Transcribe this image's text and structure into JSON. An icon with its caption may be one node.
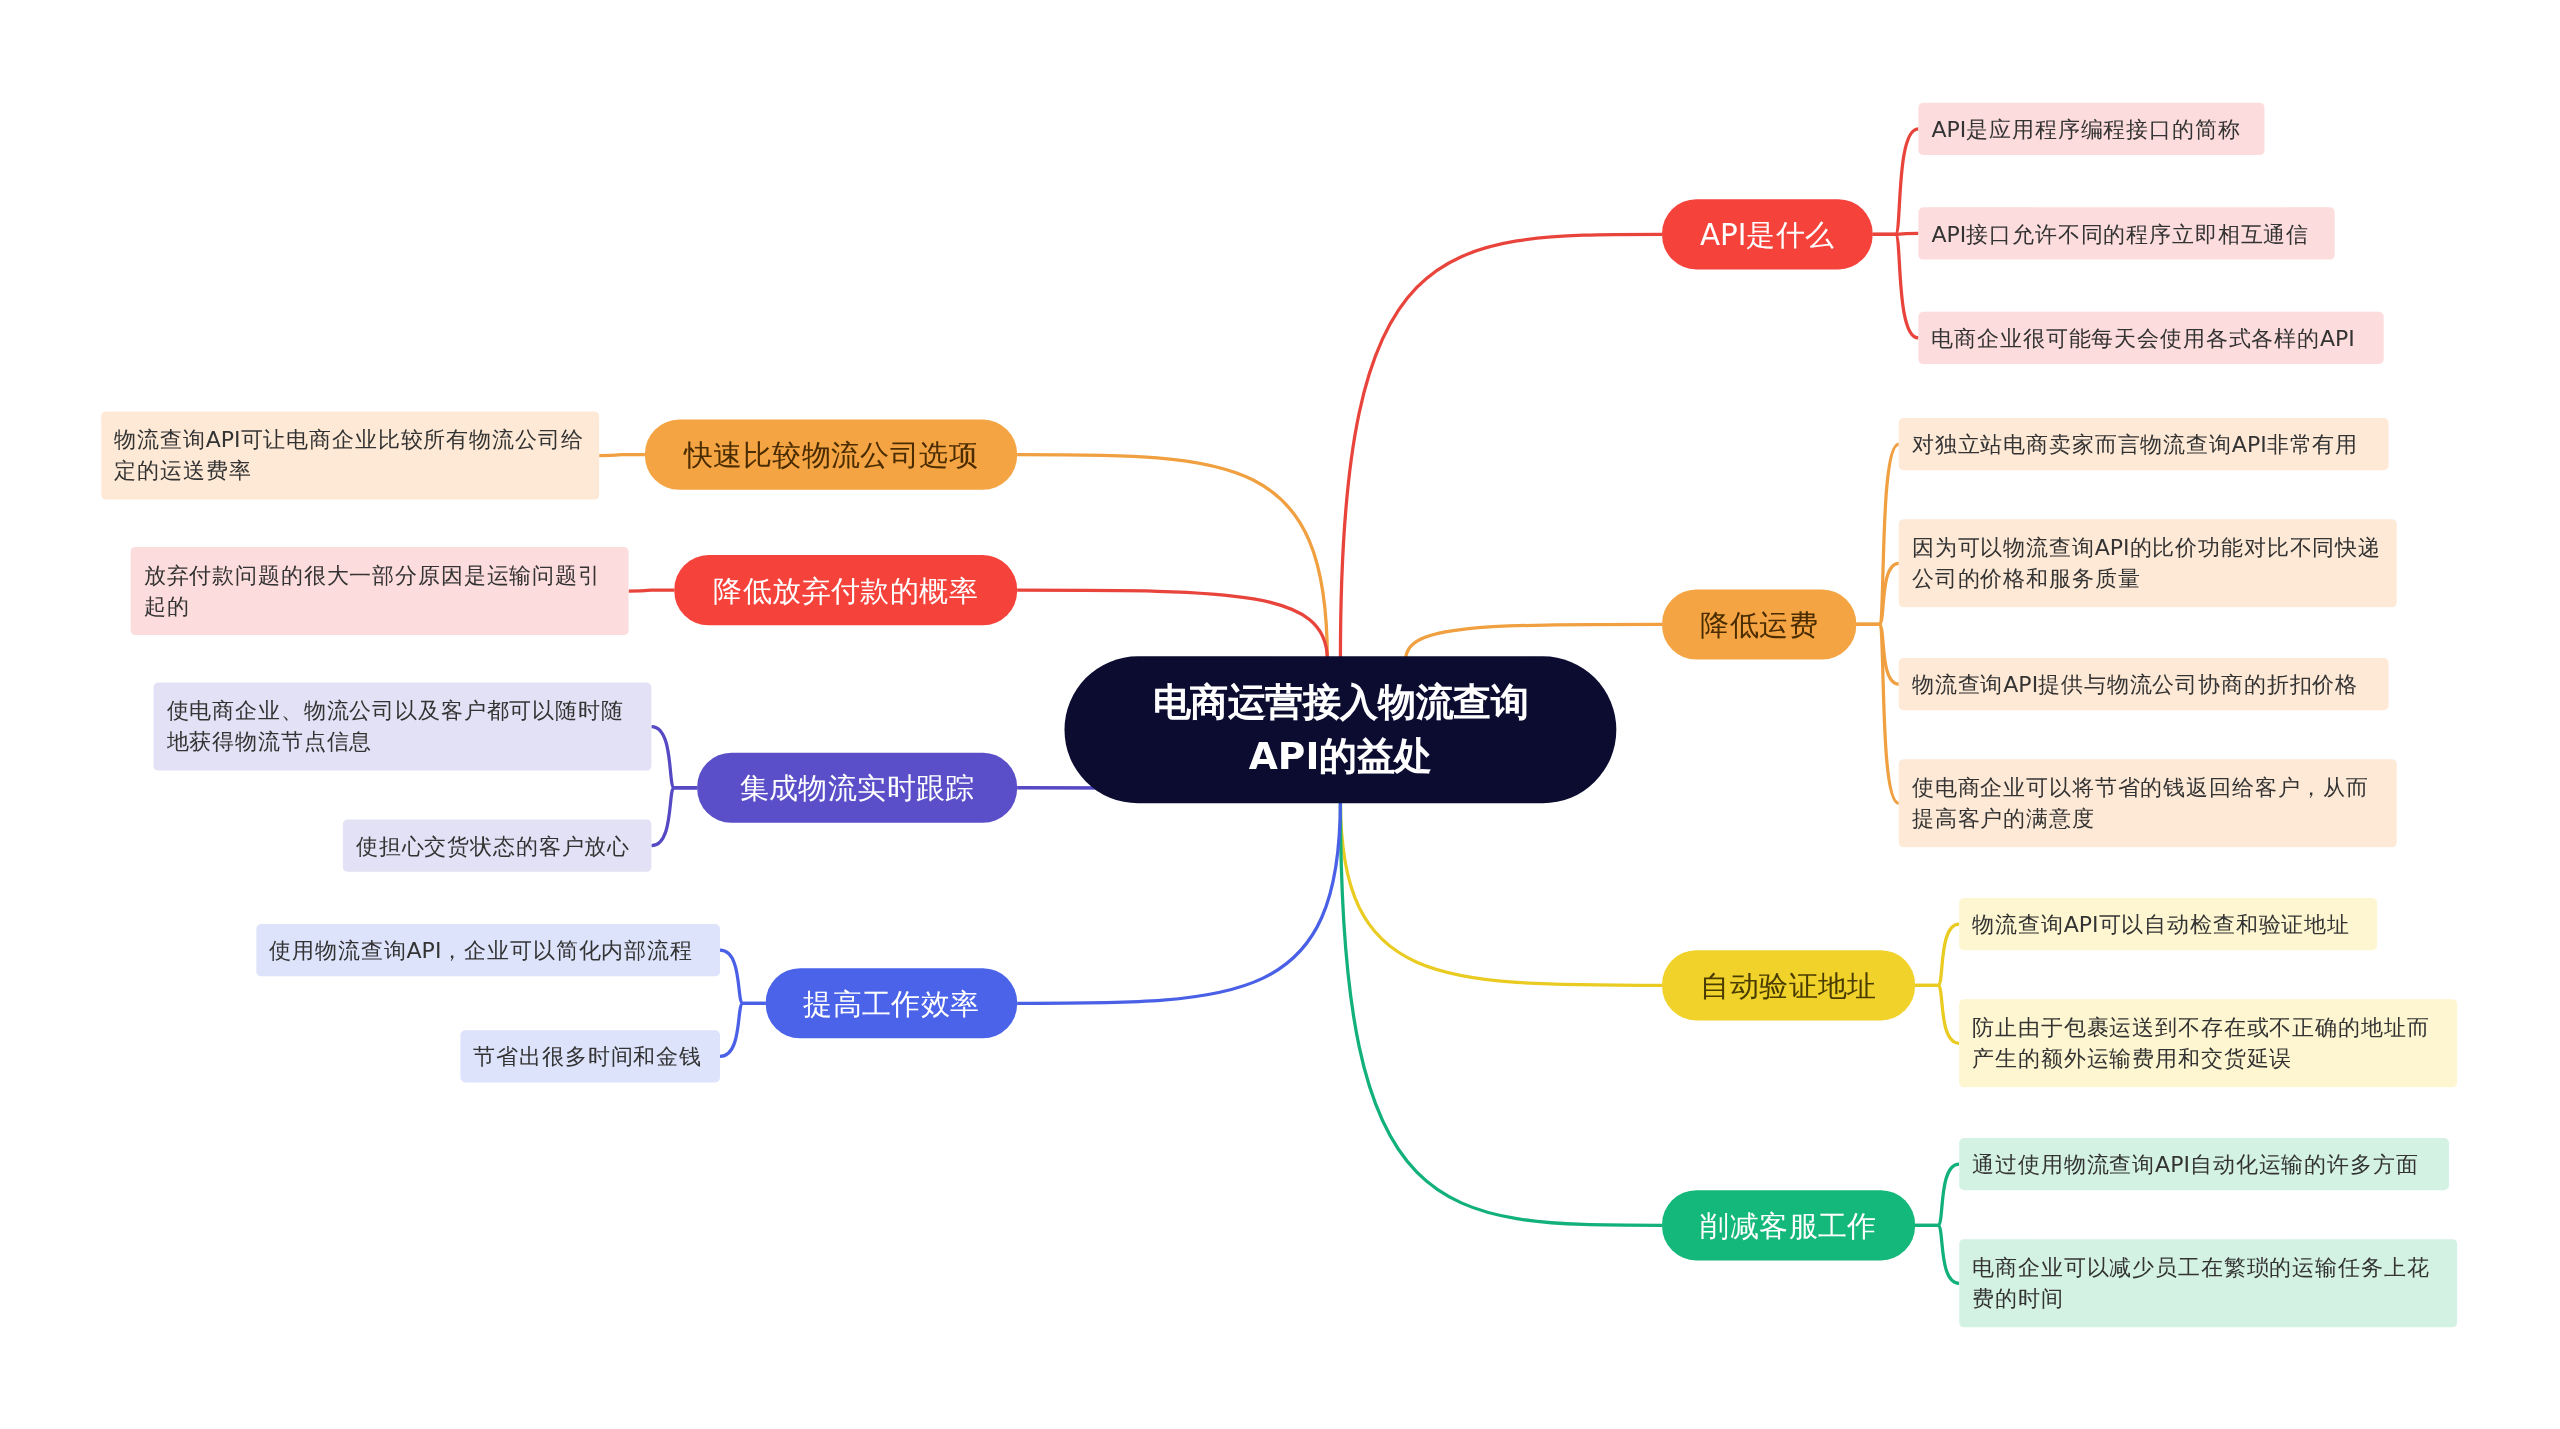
{
  "diagram": {
    "nodes": [
      {
        "text": [
          "电商运营接入物流查询API的益处"
        ]
      },
      {
        "text": [
          "API是什么"
        ]
      },
      {
        "text": [
          "API是应用程序编程接口的简称"
        ]
      },
      {
        "text": [
          "API接口允许不同的程序立即相互通信"
        ]
      },
      {
        "text": [
          "电商企业很可能每天会使用各式各样的API"
        ]
      },
      {
        "text": [
          "降低运费"
        ]
      },
      {
        "text": [
          "对独立站电商卖家而言物流查询API非常有用"
        ]
      },
      {
        "text": [
          "因为可以物流查询API的比价功能对比不同快递公司的价格和服务质量"
        ]
      },
      {
        "text": [
          "物流查询API提供与物流公司协商的折扣价格"
        ]
      },
      {
        "text": [
          "使电商企业可以将节省的钱返回给客户，从而提高客户的满意度"
        ]
      },
      {
        "text": [
          "自动验证地址"
        ]
      },
      {
        "text": [
          "物流查询API可以自动检查和验证地址"
        ]
      },
      {
        "text": [
          "防止由于包裹运送到不存在或不正确的地址而产生的额外运输费用和交货延误"
        ]
      },
      {
        "text": [
          "削减客服工作"
        ]
      },
      {
        "text": [
          "通过使用物流查询API自动化运输的许多方面"
        ]
      },
      {
        "text": [
          "电商企业可以减少员工在繁琐的运输任务上花费的时间"
        ]
      },
      {
        "text": [
          "快速比较物流公司选项"
        ]
      },
      {
        "text": [
          "物流查询API可让电商企业比较所有物流公司给定的运送费率"
        ]
      },
      {
        "text": [
          "降低放弃付款的概率"
        ]
      },
      {
        "text": [
          "放弃付款问题的很大一部分原因是运输问题引起的"
        ]
      },
      {
        "text": [
          "集成物流实时跟踪"
        ]
      },
      {
        "text": [
          "使电商企业、物流公司以及客户都可以随时随地获得物流节点信息"
        ]
      },
      {
        "text": [
          "使担心交货状态的客户放心"
        ]
      },
      {
        "text": [
          "提高工作效率"
        ]
      },
      {
        "text": [
          "使用物流查询API，企业可以简化内部流程"
        ]
      },
      {
        "text": [
          "节省出很多时间和金钱"
        ]
      }
    ],
    "edges": [
      {
        "from": 0,
        "to": 1,
        "arrow": "none",
        "color": "#e8443c"
      },
      {
        "from": 1,
        "to": 2,
        "arrow": "none",
        "color": "#e8443c"
      },
      {
        "from": 1,
        "to": 3,
        "arrow": "none",
        "color": "#e8443c"
      },
      {
        "from": 1,
        "to": 4,
        "arrow": "none",
        "color": "#e8443c"
      },
      {
        "from": 0,
        "to": 5,
        "arrow": "none",
        "color": "#f0a040"
      },
      {
        "from": 5,
        "to": 6,
        "arrow": "none",
        "color": "#f0a040"
      },
      {
        "from": 5,
        "to": 7,
        "arrow": "none",
        "color": "#f0a040"
      },
      {
        "from": 5,
        "to": 8,
        "arrow": "none",
        "color": "#f0a040"
      },
      {
        "from": 5,
        "to": 9,
        "arrow": "none",
        "color": "#f0a040"
      },
      {
        "from": 0,
        "to": 10,
        "arrow": "none",
        "color": "#eacb22"
      },
      {
        "from": 10,
        "to": 11,
        "arrow": "none",
        "color": "#eacb22"
      },
      {
        "from": 10,
        "to": 12,
        "arrow": "none",
        "color": "#eacb22"
      },
      {
        "from": 0,
        "to": 13,
        "arrow": "none",
        "color": "#12b07a"
      },
      {
        "from": 13,
        "to": 14,
        "arrow": "none",
        "color": "#12b07a"
      },
      {
        "from": 13,
        "to": 15,
        "arrow": "none",
        "color": "#12b07a"
      },
      {
        "from": 0,
        "to": 16,
        "arrow": "none",
        "color": "#f0a040"
      },
      {
        "from": 16,
        "to": 17,
        "arrow": "none",
        "color": "#f0a040"
      },
      {
        "from": 0,
        "to": 18,
        "arrow": "none",
        "color": "#e8443c"
      },
      {
        "from": 18,
        "to": 19,
        "arrow": "none",
        "color": "#e8443c"
      },
      {
        "from": 0,
        "to": 20,
        "arrow": "none",
        "color": "#5549c4"
      },
      {
        "from": 20,
        "to": 21,
        "arrow": "none",
        "color": "#5549c4"
      },
      {
        "from": 20,
        "to": 22,
        "arrow": "none",
        "color": "#5549c4"
      },
      {
        "from": 0,
        "to": 23,
        "arrow": "none",
        "color": "#4a60e6"
      },
      {
        "from": 23,
        "to": 24,
        "arrow": "none",
        "color": "#4a60e6"
      },
      {
        "from": 23,
        "to": 25,
        "arrow": "none",
        "color": "#4a60e6"
      }
    ]
  }
}
